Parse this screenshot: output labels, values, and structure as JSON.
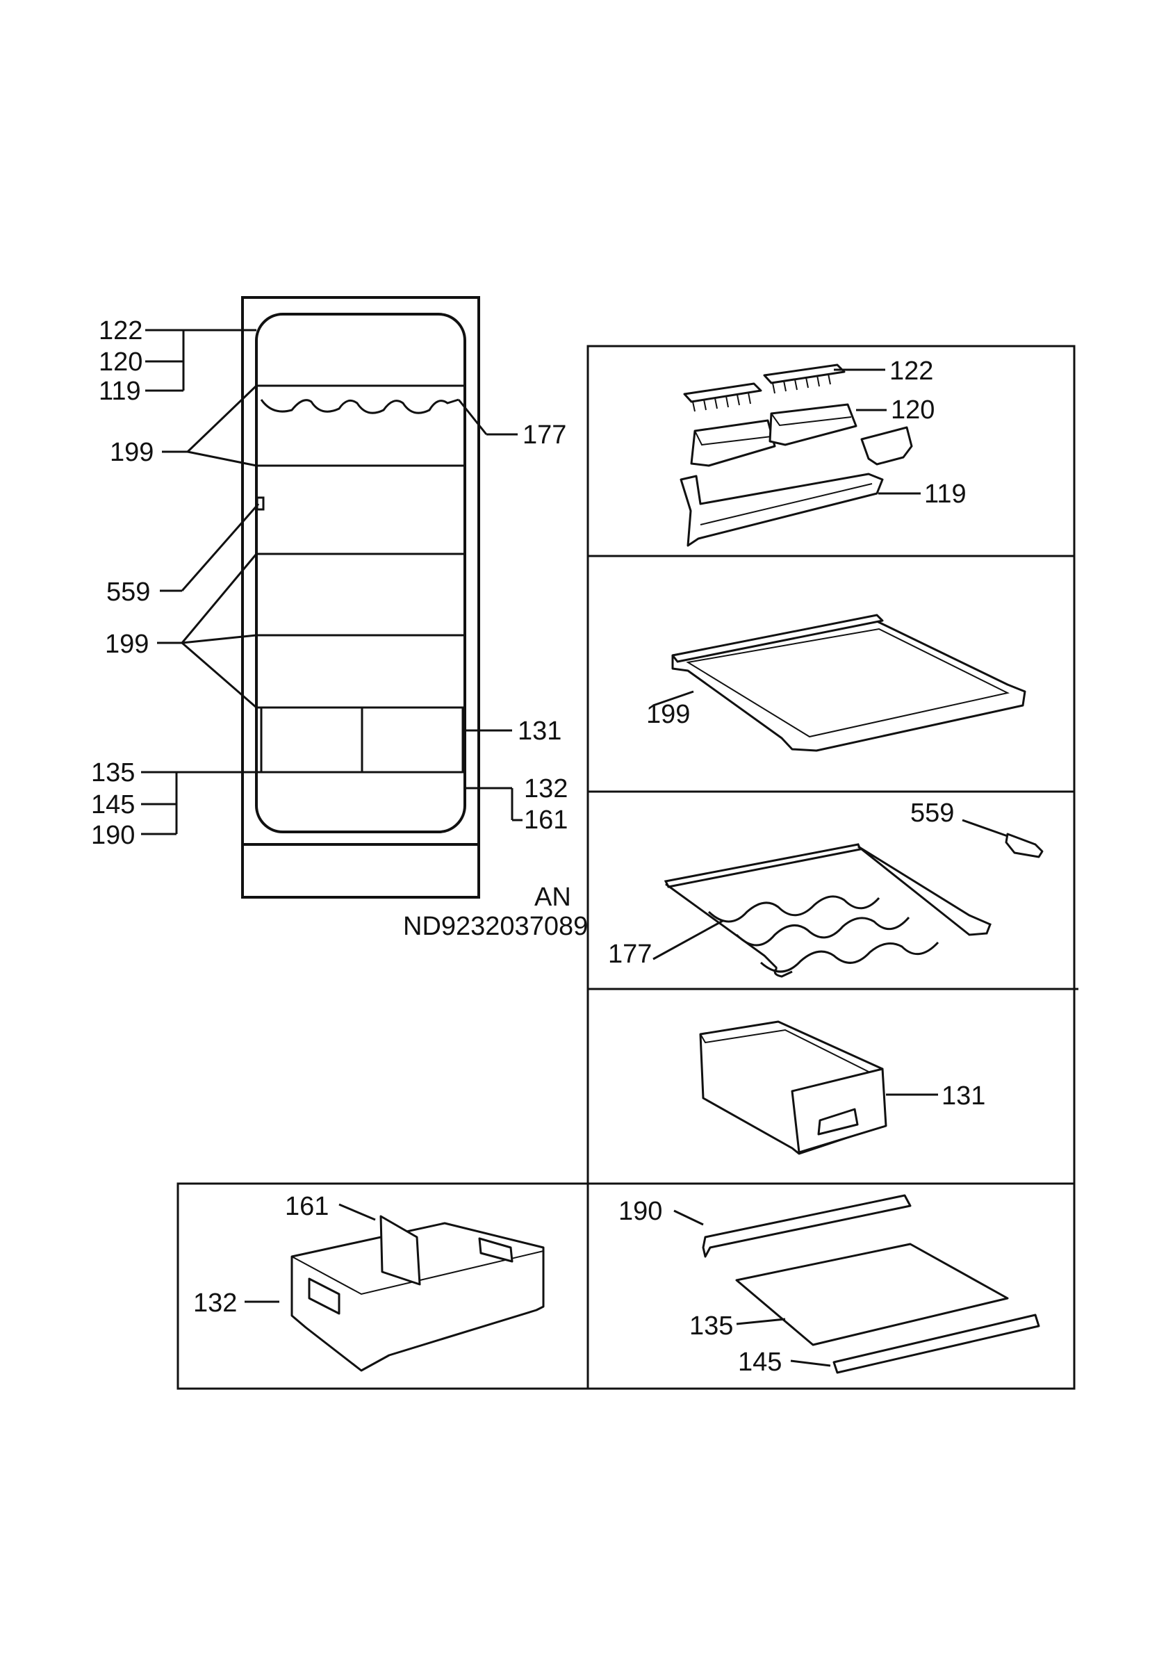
{
  "overview": {
    "labels_left": {
      "l122": "122",
      "l120": "120",
      "l119": "119",
      "l199a": "199",
      "l559": "559",
      "l199b": "199",
      "l135": "135",
      "l145": "145",
      "l190": "190"
    },
    "labels_right": {
      "l177": "177",
      "l131": "131",
      "l132": "132",
      "l161": "161"
    },
    "code_line1": "AN",
    "code_line2": "ND9232037089"
  },
  "panels": {
    "door_bins": {
      "l122": "122",
      "l120": "120",
      "l119": "119"
    },
    "glass_shelf": {
      "l199": "199"
    },
    "wine_rack": {
      "l559": "559",
      "l177": "177"
    },
    "crisper": {
      "l131": "131"
    },
    "drawer": {
      "l161": "161",
      "l132": "132"
    },
    "cover_plate": {
      "l190": "190",
      "l135": "135",
      "l145": "145"
    }
  }
}
